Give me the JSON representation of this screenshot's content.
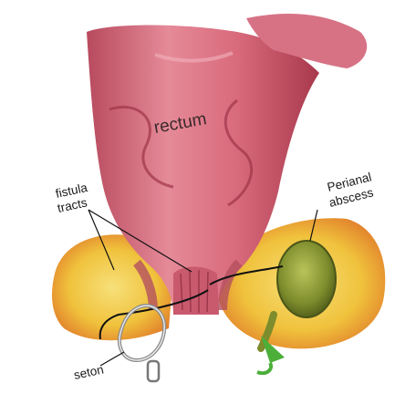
{
  "labels": {
    "rectum": "rectum",
    "fistula_line1": "fistula",
    "fistula_line2": "tracts",
    "abscess_line1": "Perianal",
    "abscess_line2": "abscess",
    "seton": "seton"
  },
  "icons": {
    "drain_arrow": "arrow-down-icon"
  },
  "colors": {
    "rectum_wall": "#d9687a",
    "rectum_inner": "#c9586b",
    "fat_tissue": "#f2c84a",
    "abscess": "#8a9a3a",
    "arrow": "#4caf3a",
    "tract": "#111111"
  }
}
